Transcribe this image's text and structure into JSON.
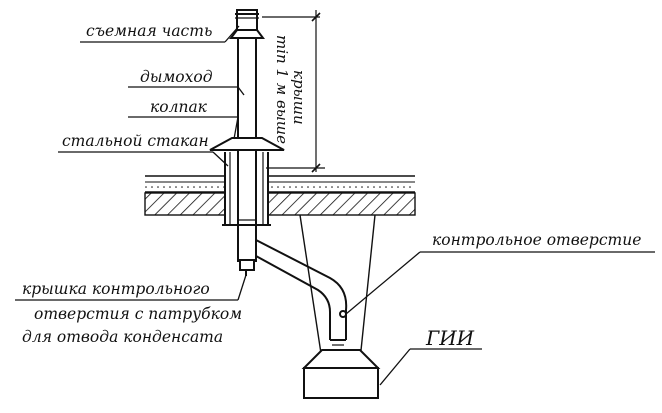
{
  "labels": {
    "removable_part": "съемная часть",
    "chimney": "дымоход",
    "cap": "колпак",
    "steel_sleeve": "стальной стакан",
    "height_line1": "min 1 м выше",
    "height_line2": "крыши",
    "inspection_hole": "контрольное отверстие",
    "cover_line1": "крышка контрольного",
    "cover_line2": "отверстия с патрубком",
    "cover_line3": "для отвода конденсата",
    "gii": "ГИИ"
  },
  "colors": {
    "ink": "#111111",
    "background": "#ffffff"
  }
}
